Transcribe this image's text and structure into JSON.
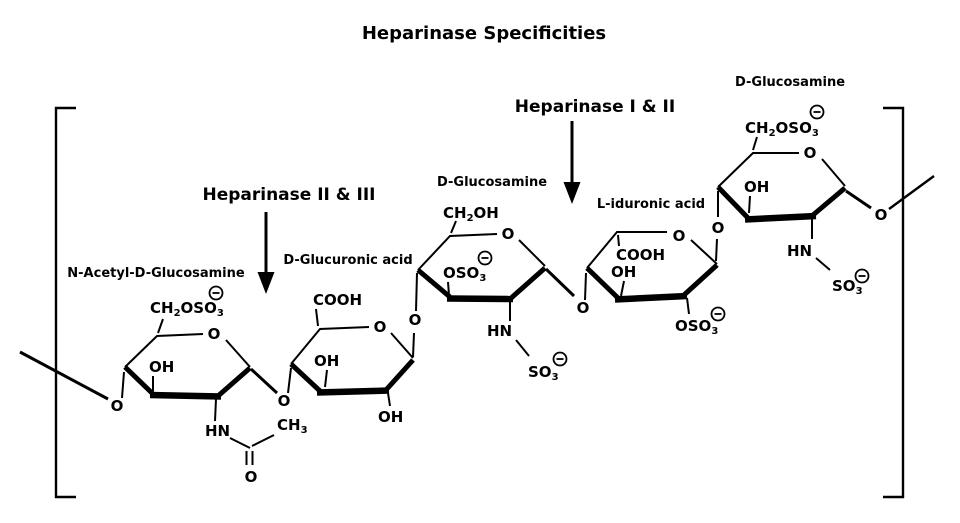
{
  "title": "Heparinase Specificities",
  "enzymes": [
    {
      "label": "Heparinase II & III"
    },
    {
      "label": "Heparinase I & II"
    }
  ],
  "residues": [
    {
      "name": "N-Acetyl-D-Glucosamine"
    },
    {
      "name": "D-Glucuronic acid"
    },
    {
      "name": "D-Glucosamine"
    },
    {
      "name": "L-iduronic acid"
    },
    {
      "name": "D-Glucosamine"
    }
  ],
  "chem": {
    "o": "O",
    "oh": "OH",
    "cooh": "COOH",
    "hn": "HN",
    "ch": "CH",
    "oso": "OSO",
    "so": "SO",
    "sub2": "2",
    "sub3": "3"
  },
  "colors": {
    "ink": "#000000",
    "background": "#ffffff"
  }
}
